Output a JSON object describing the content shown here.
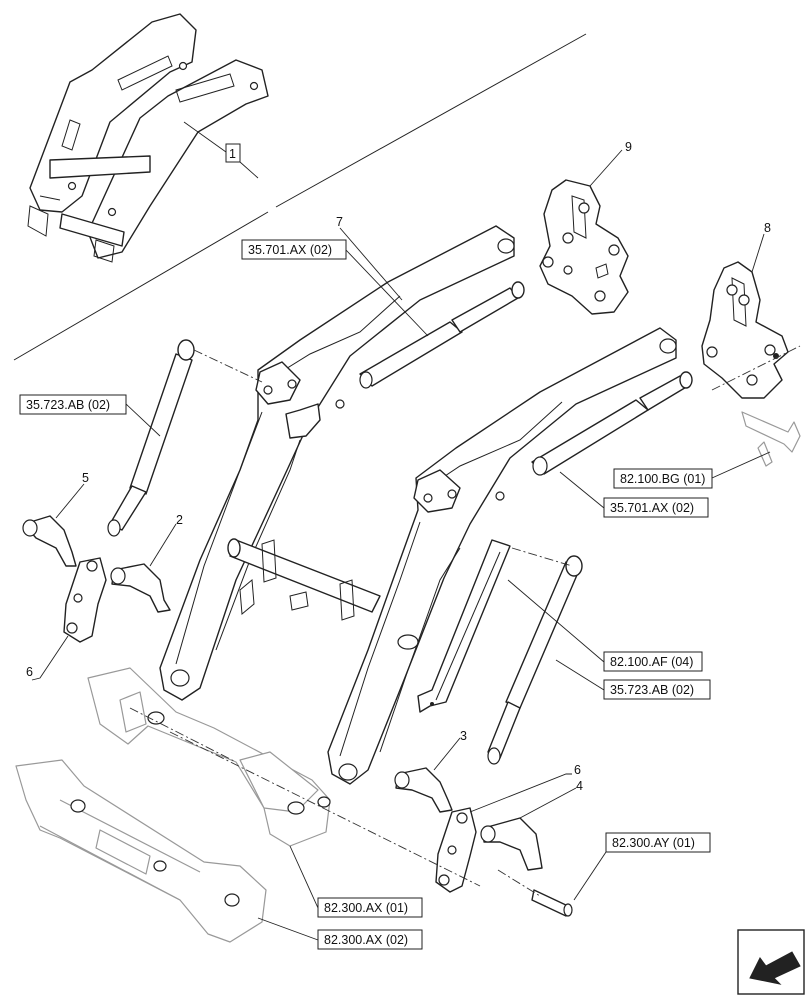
{
  "callouts": {
    "c1": "1",
    "c2": "2",
    "c3": "3",
    "c4": "4",
    "c5": "5",
    "c6a": "6",
    "c6b": "6",
    "c7": "7",
    "c8": "8",
    "c9": "9"
  },
  "references": {
    "r_35701_top": "35.701.AX (02)",
    "r_35723_left": "35.723.AB (02)",
    "r_82100bg": "82.100.BG (01)",
    "r_35701_right": "35.701.AX (02)",
    "r_82100af": "82.100.AF (04)",
    "r_35723_right": "35.723.AB (02)",
    "r_82300ay": "82.300.AY (01)",
    "r_82300ax01": "82.300.AX (01)",
    "r_82300ax02": "82.300.AX (02)"
  },
  "icons": {
    "navigation": "arrow-back-icon"
  }
}
